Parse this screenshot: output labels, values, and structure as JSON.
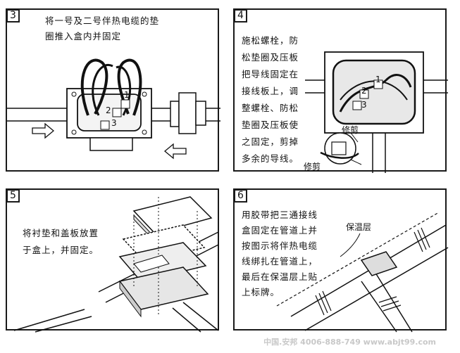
{
  "panels": [
    {
      "number": "3",
      "lines": [
        "将一号及二号伴热电缆的垫",
        "圈推入盒内并固定"
      ]
    },
    {
      "number": "4",
      "lines": [
        "施松螺栓，防",
        "松垫圈及压板",
        "把导线固定在",
        "接线板上，调",
        "整螺栓、防松",
        "垫圈及压板使",
        "之固定，剪掉",
        "多余的导线。"
      ],
      "labels": [
        "修剪",
        "修剪"
      ]
    },
    {
      "number": "5",
      "lines": [
        "将衬垫和盖板放置",
        "于盒上，并固定。"
      ]
    },
    {
      "number": "6",
      "lines": [
        "用胶带把三通接线",
        "盒固定在管道上并",
        "按图示将伴热电缆",
        "线绑扎在管道上，",
        "最后在保温层上贴",
        "上标牌。"
      ],
      "labels": [
        "保温层"
      ]
    }
  ],
  "terminals": [
    "1",
    "2",
    "3"
  ],
  "footer": "中国.安邦 4006-888-749 www.abjt99.com"
}
